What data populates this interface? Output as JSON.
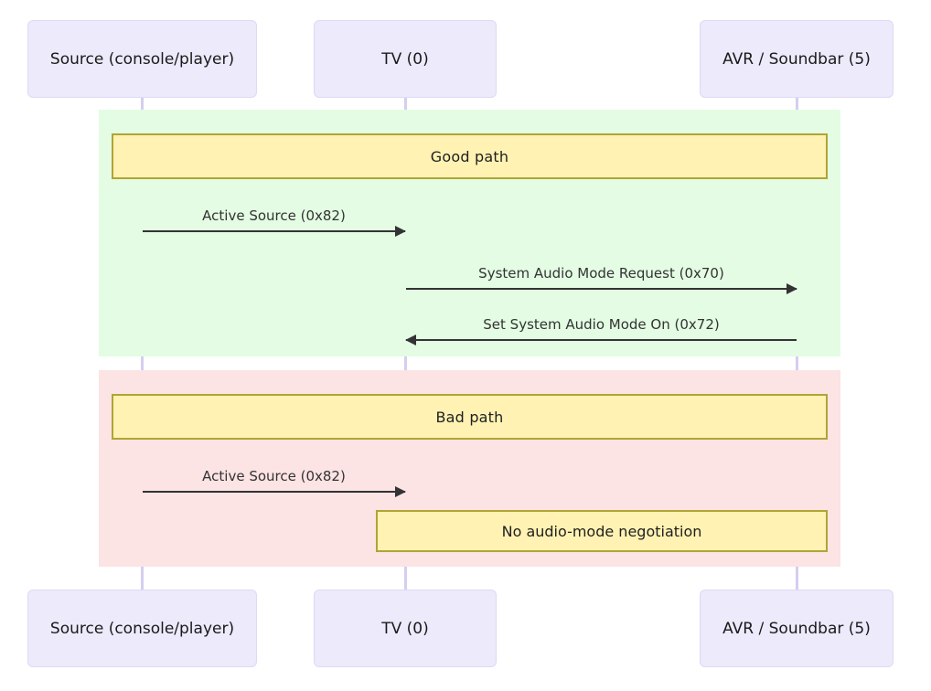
{
  "diagram": {
    "type": "sequence-diagram",
    "title": "",
    "background": "#ffffff",
    "colors": {
      "participant_fill": "#eceafb",
      "participant_border": "#ded9f5",
      "lifeline": "#d6cdf0",
      "good_region": "#e3fce3",
      "bad_region": "#fce3e4",
      "section_fill": "#fff2b3",
      "section_border": "#b0a434",
      "arrow": "#333333",
      "label_text": "#333333"
    }
  },
  "participants": [
    {
      "id": "source",
      "label": "Source (console/player)"
    },
    {
      "id": "tv",
      "label": "TV (0)"
    },
    {
      "id": "avr",
      "label": "AVR / Soundbar (5)"
    }
  ],
  "participants_bottom": [
    {
      "id": "source",
      "label": "Source (console/player)"
    },
    {
      "id": "tv",
      "label": "TV (0)"
    },
    {
      "id": "avr",
      "label": "AVR / Soundbar (5)"
    }
  ],
  "sections": [
    {
      "id": "good",
      "title": "Good path",
      "messages": [
        {
          "id": "m1",
          "label": "Active Source (0x82)",
          "from": "source",
          "to": "tv",
          "direction": "right"
        },
        {
          "id": "m2",
          "label": "System Audio Mode Request (0x70)",
          "from": "tv",
          "to": "avr",
          "direction": "right"
        },
        {
          "id": "m3",
          "label": "Set System Audio Mode On (0x72)",
          "from": "avr",
          "to": "tv",
          "direction": "left"
        }
      ],
      "notes": []
    },
    {
      "id": "bad",
      "title": "Bad path",
      "messages": [
        {
          "id": "m4",
          "label": "Active Source (0x82)",
          "from": "source",
          "to": "tv",
          "direction": "right"
        }
      ],
      "notes": [
        {
          "id": "n1",
          "label": "No audio-mode negotiation"
        }
      ]
    }
  ]
}
